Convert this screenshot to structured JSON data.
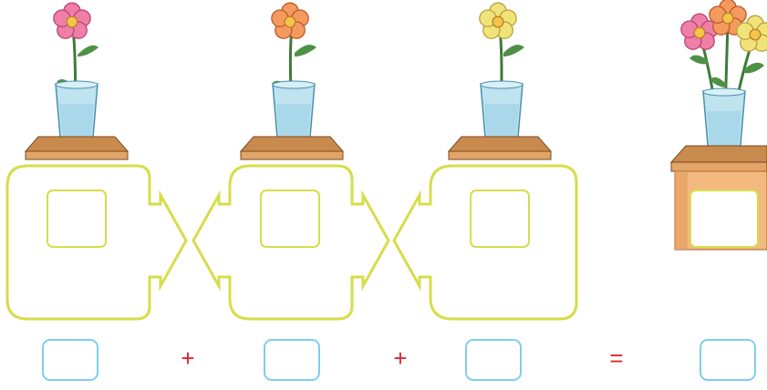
{
  "colors": {
    "frame_stroke": "#d6dd4a",
    "answer_box_stroke": "#7fcdf0",
    "operator": "#e0272c",
    "table_top": "#c98a4e",
    "table_body": "#f3b97f",
    "vase": "#bfe3ef",
    "stem": "#3f7a3a"
  },
  "flowers": [
    {
      "name": "pink-flower",
      "color": "#ef7fa7"
    },
    {
      "name": "orange-flower",
      "color": "#f59a5e"
    },
    {
      "name": "yellow-flower",
      "color": "#f1e27a"
    }
  ],
  "equation": {
    "op1": "+",
    "op2": "+",
    "op3": "="
  }
}
